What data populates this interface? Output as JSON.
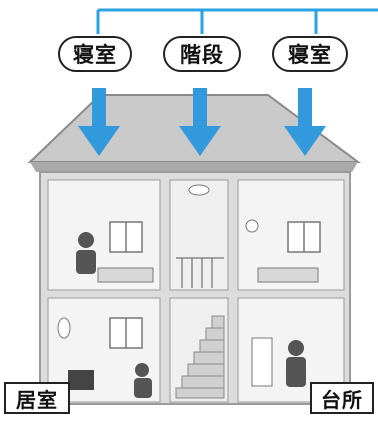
{
  "labels": {
    "top_left": "寝室",
    "top_middle": "階段",
    "top_right": "寝室",
    "bottom_left": "居室",
    "bottom_right": "台所"
  },
  "colors": {
    "connector": "#2aa3e0",
    "arrow": "#3399dd",
    "roof": "#b8b8b8",
    "wall": "#e0e0e0",
    "frame": "#999999"
  }
}
